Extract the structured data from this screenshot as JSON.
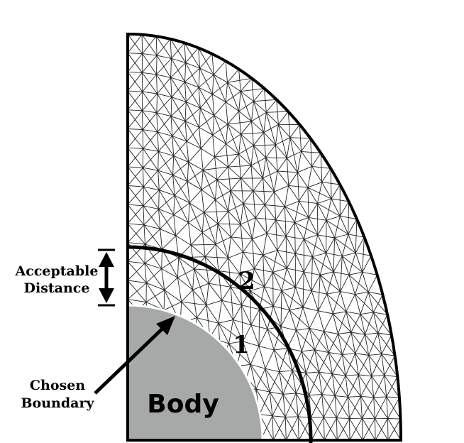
{
  "labels": {
    "acceptable_line1": "Acceptable",
    "acceptable_line2": "Distance",
    "chosen_line1": "Chosen",
    "chosen_line2": "Boundary",
    "body": "Body",
    "region_1": "1",
    "region_2": "2"
  },
  "colors": {
    "body_fill": "#a7a9a9",
    "outline": "#000000",
    "mesh": "#222222",
    "background": "#ffffff"
  }
}
